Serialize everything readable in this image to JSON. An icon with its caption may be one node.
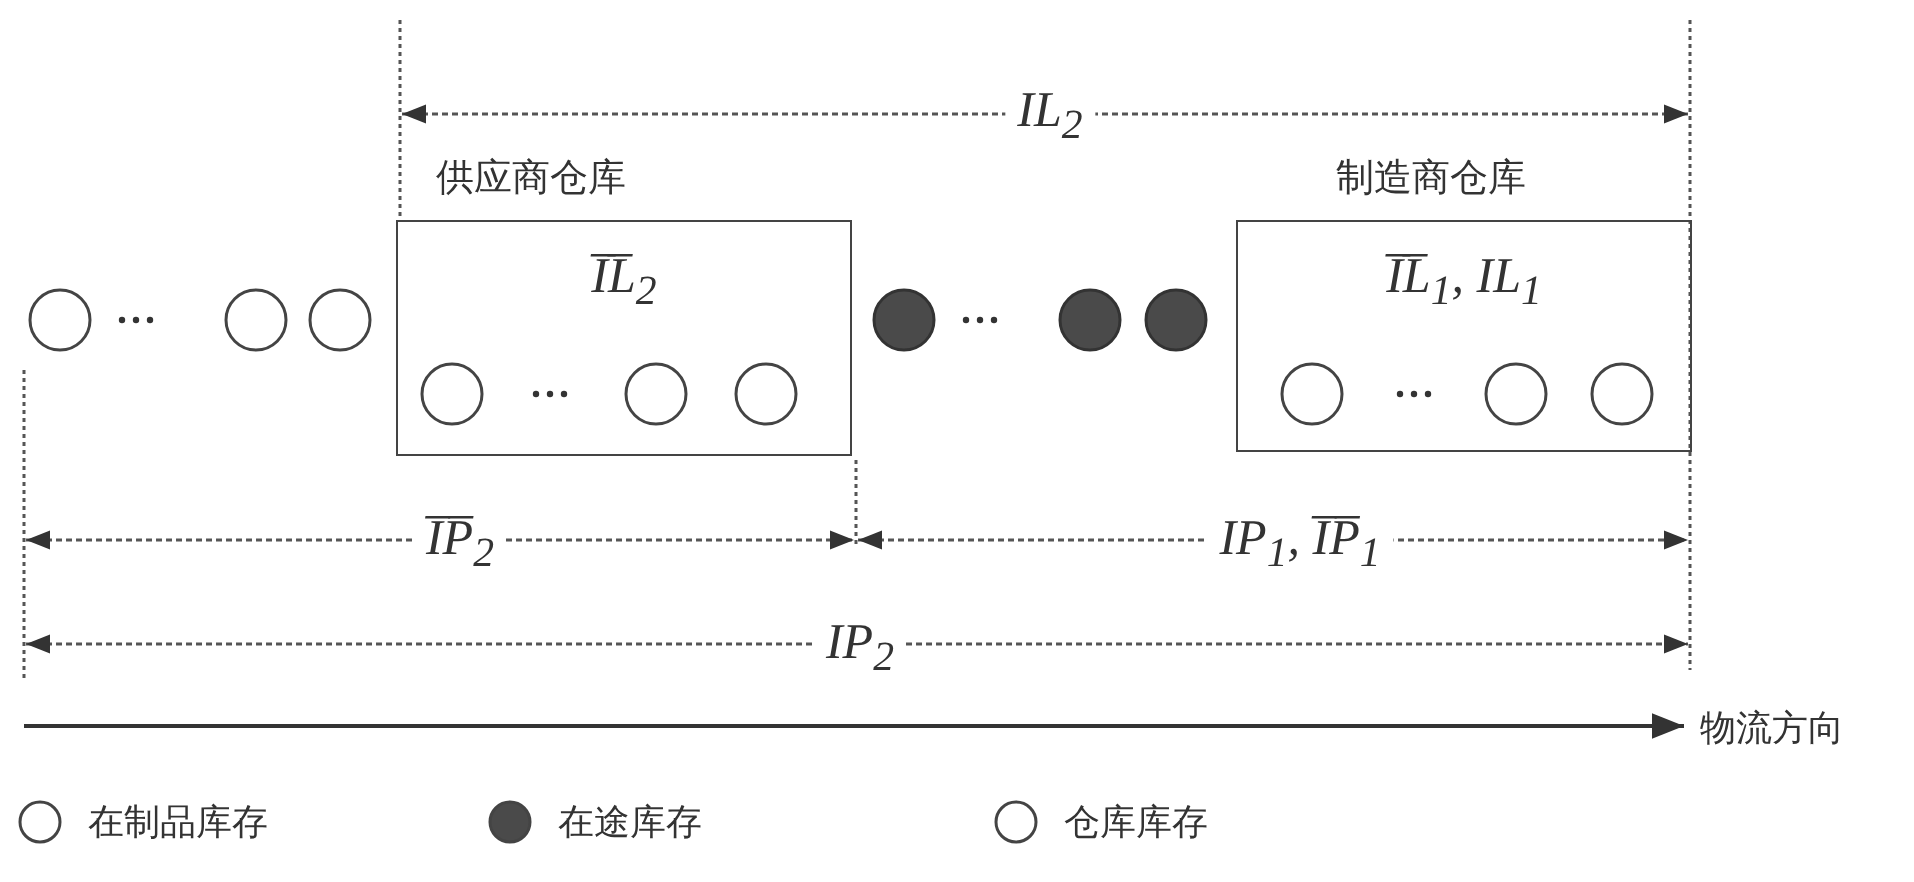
{
  "diagram": {
    "nodes": [
      {
        "text": [
          "供应商仓库",
          "I̅L̅$_{2}$"
        ]
      },
      {
        "text": [
          "制造商仓库",
          "I̅L̅$_{1}$, IL$_{1}$"
        ]
      }
    ],
    "edges": [],
    "labels": [
      "IL$_{2}$",
      "I̅P̅$_{2}$",
      "IP$_{1}$, I̅P̅$_{1}$",
      "IP$_{2}$",
      "物流方向"
    ],
    "legend": [
      {
        "text": "在制品库存"
      },
      {
        "text": "在途库存"
      },
      {
        "text": "仓库库存"
      }
    ]
  }
}
